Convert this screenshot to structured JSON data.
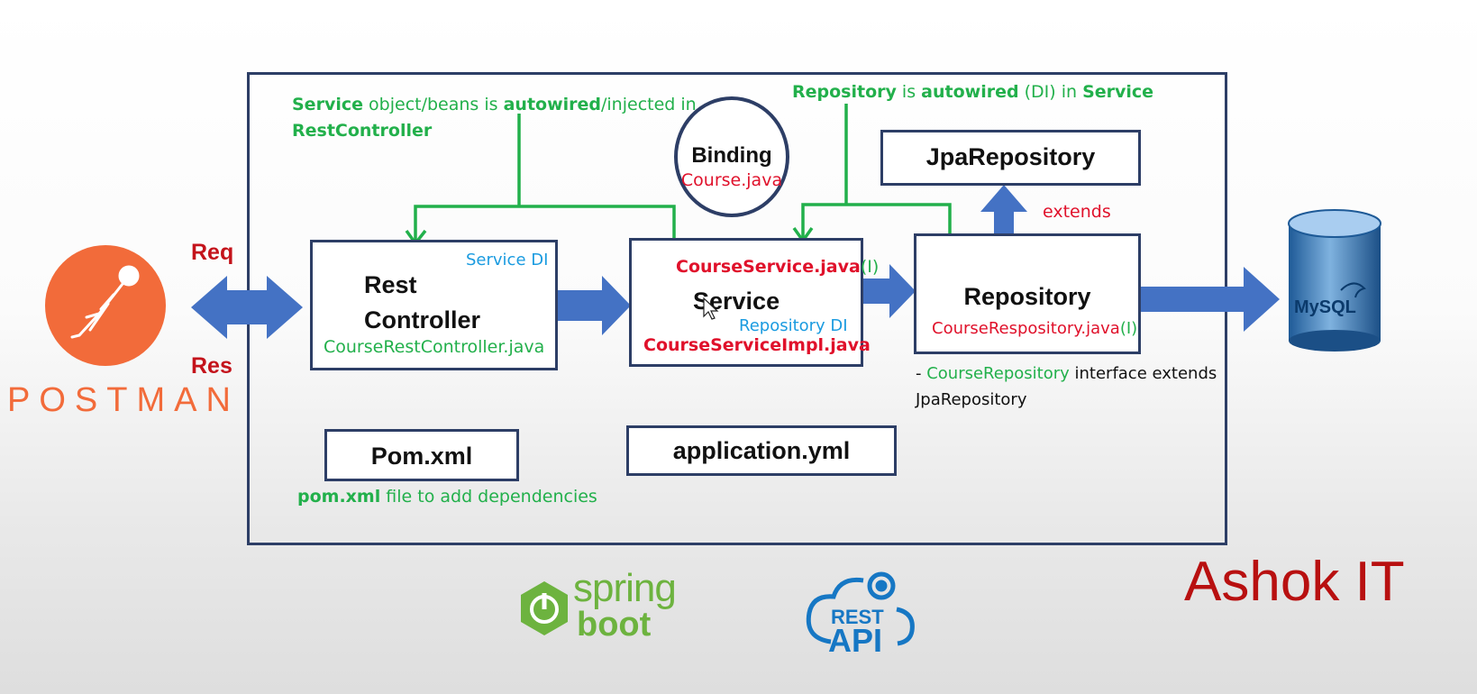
{
  "postman": {
    "logo_text": "POSTMAN",
    "icon": "postman-astronaut-icon",
    "color": "#f26b3a"
  },
  "arrows": {
    "req_label": "Req",
    "res_label": "Res",
    "extends_label": "extends"
  },
  "notes": {
    "controller_di": {
      "part1": "Service",
      "part2": " object/beans is ",
      "part3": "autowired",
      "part4": "/injected in",
      "part5": "RestController"
    },
    "service_di": {
      "part1": "Repository",
      "part2": " is ",
      "part3": "autowired",
      "part4": " (DI) in ",
      "part5": "Service"
    },
    "pom": {
      "part1": "pom.xml",
      "part2": " file to add dependencies"
    },
    "repo_interface": {
      "dash": "- ",
      "part1": "CourseRepository",
      "part2": " interface extends",
      "part3": "JpaRepository"
    }
  },
  "binding": {
    "title": "Binding",
    "file": "Course.java"
  },
  "controller": {
    "title_line1": "Rest",
    "title_line2": "Controller",
    "di_label": "Service DI",
    "file": "CourseRestController.java"
  },
  "service": {
    "title": "Service",
    "interface_file": "CourseService.java",
    "interface_marker": "(I)",
    "di_label": "Repository DI",
    "impl_file": "CourseServiceImpl.java"
  },
  "repository": {
    "title": "Repository",
    "file": "CourseRespository.java",
    "interface_marker": "(I)"
  },
  "jpa": {
    "title": "JpaRepository"
  },
  "pom_box": {
    "title": "Pom.xml"
  },
  "app_yml": {
    "title": "application.yml"
  },
  "mysql": {
    "label": "MySQL",
    "icon": "mysql-database-icon"
  },
  "spring": {
    "word1": "spring",
    "word2": "boot",
    "icon": "spring-power-icon",
    "color": "#6db33f"
  },
  "rest_api": {
    "word1": "REST",
    "word2": "API",
    "icon": "cloud-gear-icon",
    "color": "#1677c4"
  },
  "brand": {
    "text": "Ashok IT",
    "color": "#b81010"
  },
  "colors": {
    "box_border": "#2d3e66",
    "arrow_fill": "#4472c4",
    "connector": "#22b04b"
  }
}
